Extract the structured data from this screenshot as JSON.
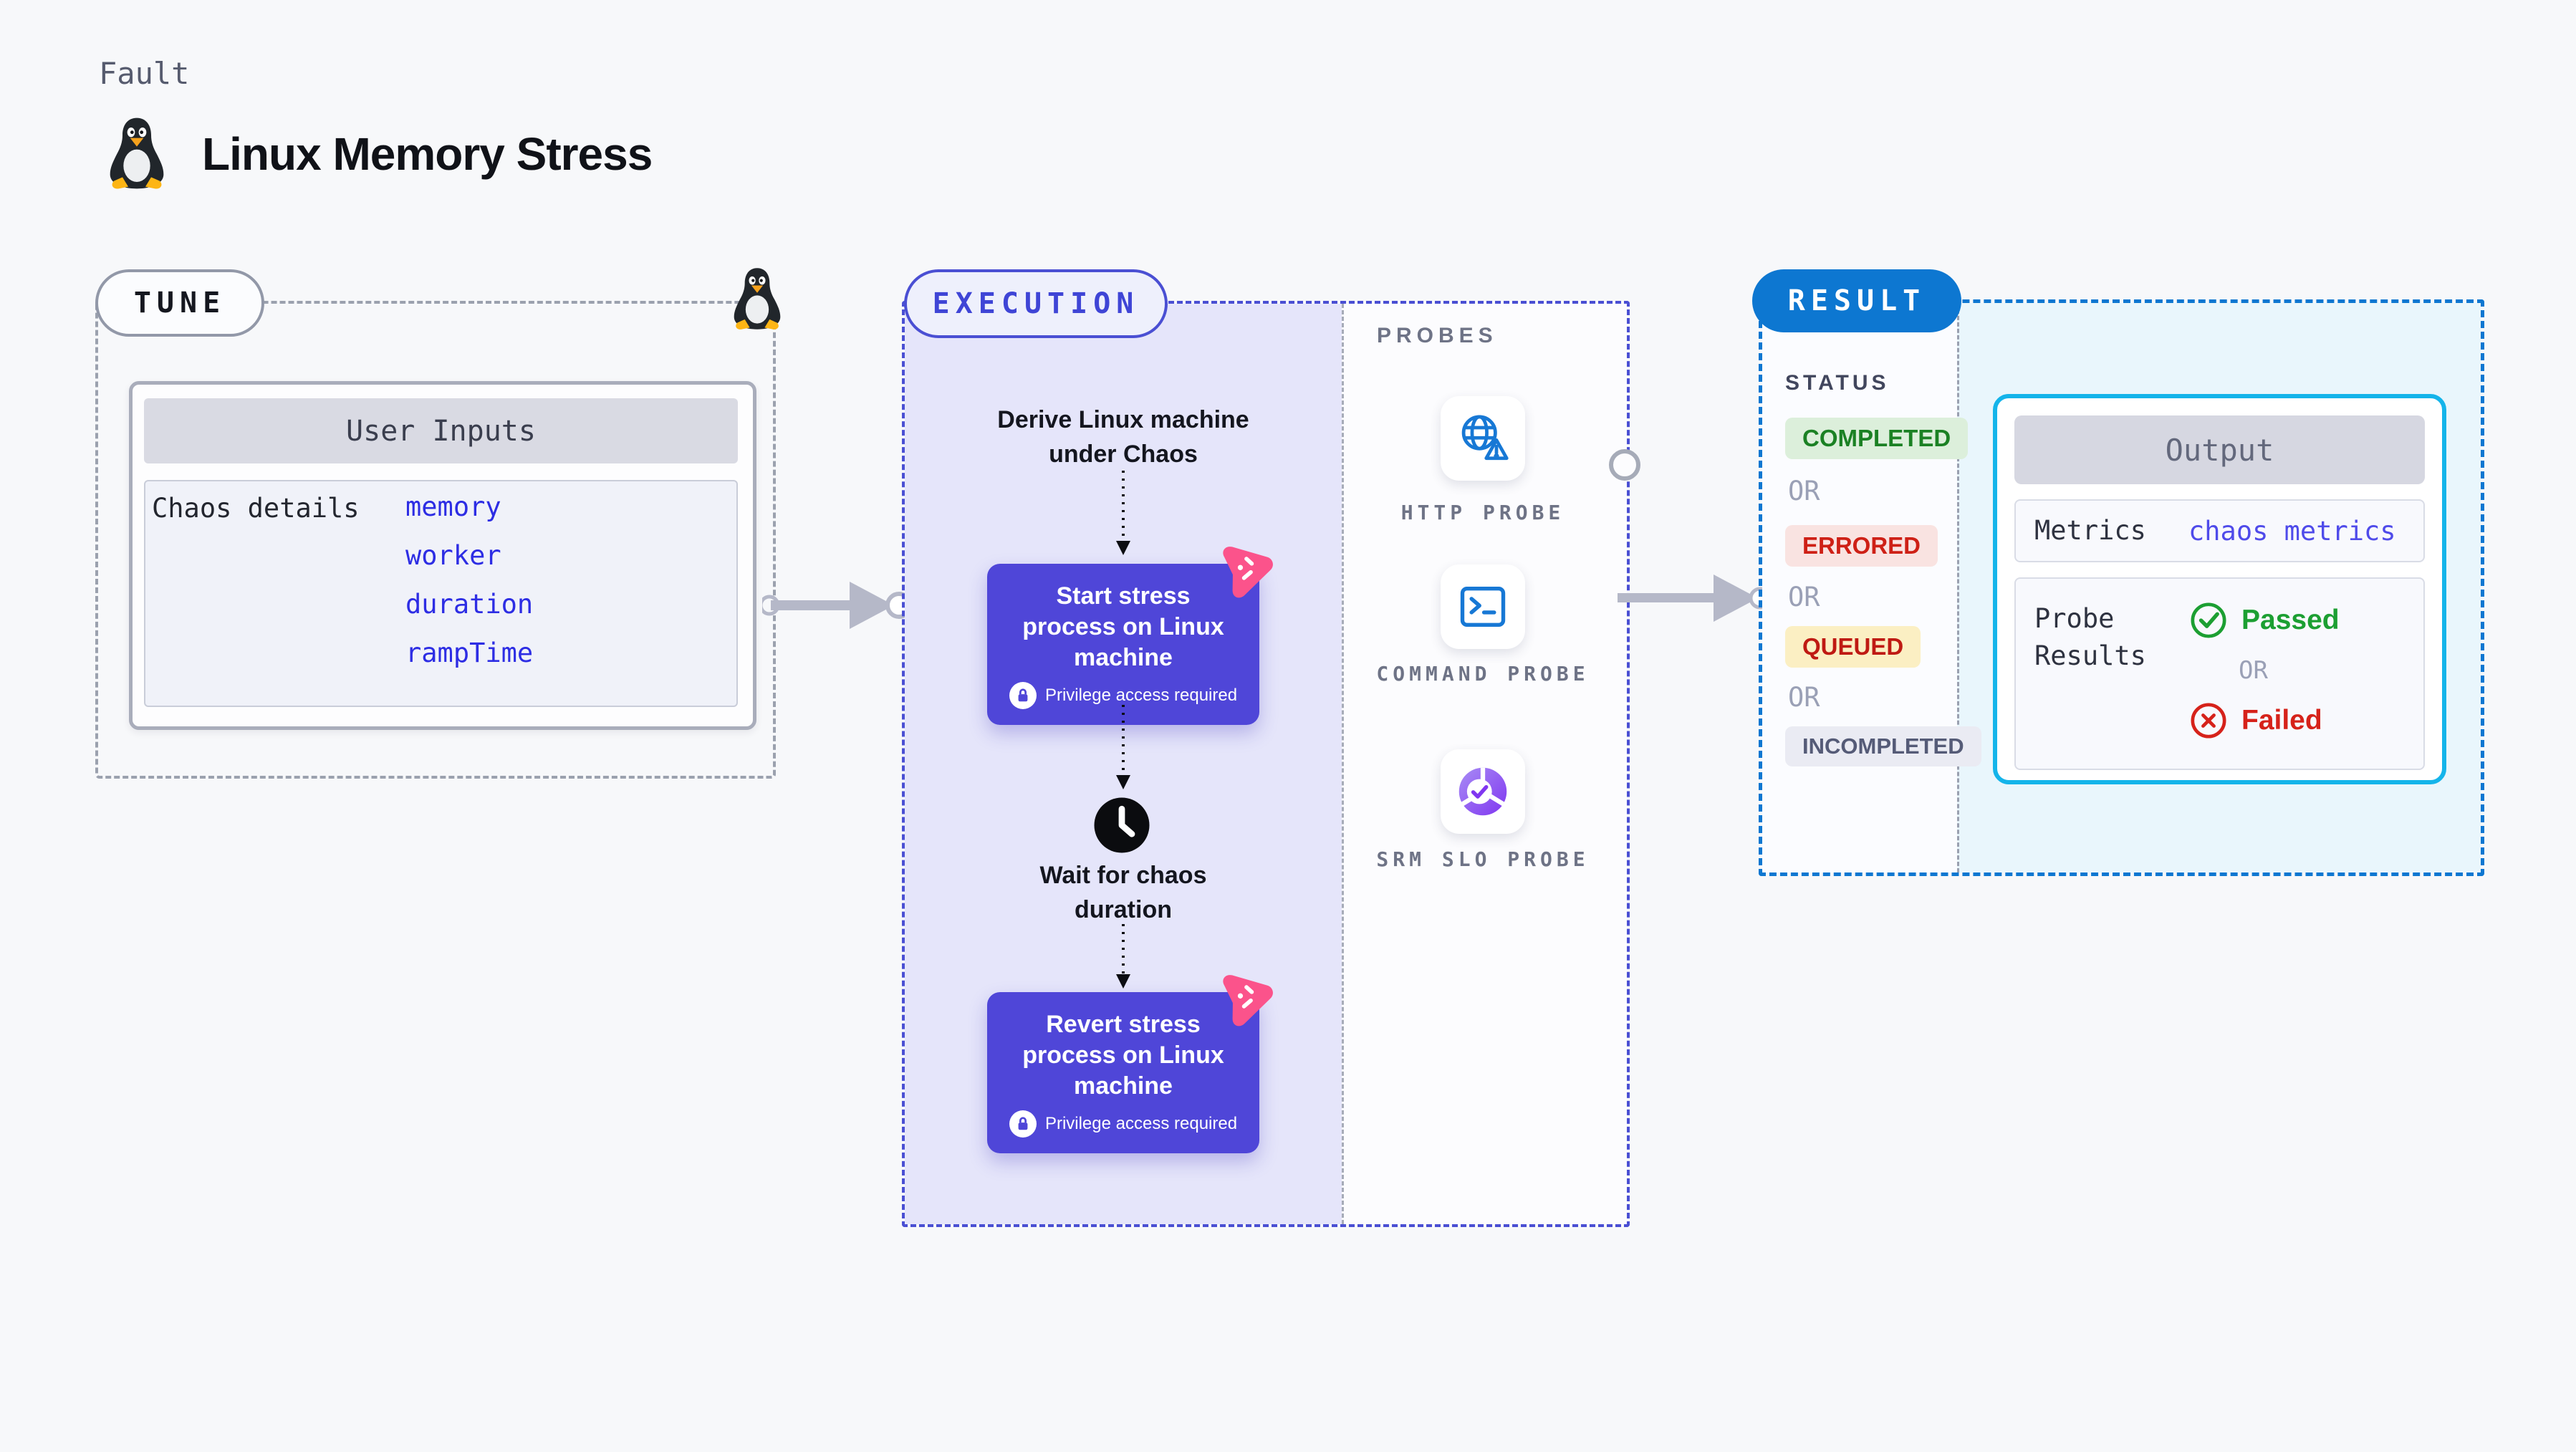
{
  "header": {
    "eyebrow": "Fault",
    "title": "Linux Memory Stress"
  },
  "tune": {
    "label": "TUNE",
    "user_inputs": {
      "title": "User Inputs",
      "row_label": "Chaos details",
      "links": [
        "memory",
        "worker",
        "duration",
        "rampTime"
      ]
    }
  },
  "execution": {
    "label": "EXECUTION",
    "derive_text": "Derive Linux machine under Chaos",
    "wait_text": "Wait for chaos duration",
    "steps": [
      {
        "title": "Start stress process on Linux machine",
        "note": "Privilege access required"
      },
      {
        "title": "Revert stress process on Linux machine",
        "note": "Privilege access required"
      }
    ]
  },
  "probes": {
    "label": "PROBES",
    "items": [
      {
        "label": "HTTP PROBE",
        "icon": "http-probe-icon"
      },
      {
        "label": "COMMAND PROBE",
        "icon": "command-probe-icon"
      },
      {
        "label": "SRM SLO PROBE",
        "icon": "srm-slo-probe-icon"
      }
    ]
  },
  "result": {
    "label": "RESULT",
    "status": {
      "heading": "STATUS",
      "items": [
        {
          "text": "COMPLETED",
          "kind": "success"
        },
        {
          "text": "OR",
          "kind": "or"
        },
        {
          "text": "ERRORED",
          "kind": "error"
        },
        {
          "text": "OR",
          "kind": "or"
        },
        {
          "text": "QUEUED",
          "kind": "queued"
        },
        {
          "text": "OR",
          "kind": "or"
        },
        {
          "text": "INCOMPLETED",
          "kind": "incomplete"
        }
      ]
    },
    "output": {
      "title": "Output",
      "metrics_label": "Metrics",
      "metrics_link": "chaos metrics",
      "probe_results_label": "Probe Results",
      "passed": "Passed",
      "or": "OR",
      "failed": "Failed"
    }
  },
  "colors": {
    "accent_execution": "#4a4fd3",
    "accent_result": "#0d77d1",
    "node_purple": "#4f46d8",
    "litmus_pink": "#fb538b",
    "probe_blue": "#1778d5",
    "link_blue": "#2d2de4",
    "link_indigo": "#4f4bea",
    "success_green": "#1b8124",
    "error_red": "#ce2016",
    "passed_green": "#1c9f32",
    "failed_red": "#d6221a",
    "output_cyan": "#14b4ea"
  }
}
